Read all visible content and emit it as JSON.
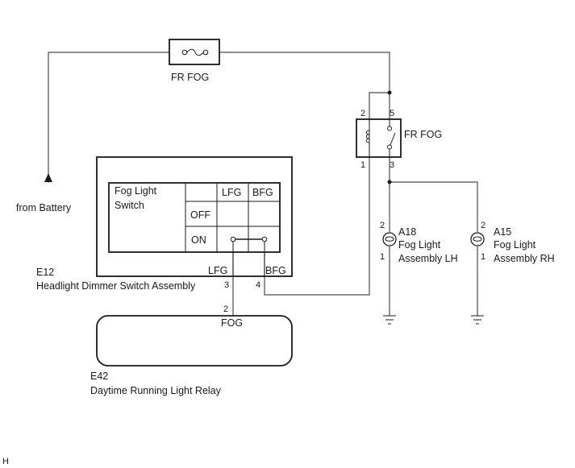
{
  "diagram": {
    "type": "wiring-diagram",
    "fuse": {
      "label": "FR FOG",
      "icon": "fuse-icon"
    },
    "battery": {
      "label": "from Battery",
      "icon": "arrow-up-icon"
    },
    "relay": {
      "label": "FR FOG",
      "pins": {
        "coil_top": "2",
        "switch_top": "5",
        "coil_bottom": "1",
        "switch_bottom": "3"
      }
    },
    "switch_assembly": {
      "code": "E12",
      "name": "Headlight Dimmer Switch Assembly",
      "table": {
        "title_line1": "Fog Light",
        "title_line2": "Switch",
        "columns": [
          "",
          "LFG",
          "BFG"
        ],
        "rows": [
          {
            "state": "OFF",
            "connected": false
          },
          {
            "state": "ON",
            "connected": true
          }
        ]
      },
      "terminals": [
        {
          "name": "LFG",
          "pin": "3"
        },
        {
          "name": "BFG",
          "pin": "4"
        }
      ]
    },
    "drl_relay": {
      "code": "E42",
      "name": "Daytime Running Light Relay",
      "terminal": {
        "name": "FOG",
        "pin": "2"
      }
    },
    "lamps": [
      {
        "code": "A18",
        "name_line1": "Fog Light",
        "name_line2": "Assembly LH",
        "pin_top": "2",
        "pin_bottom": "1"
      },
      {
        "code": "A15",
        "name_line1": "Fog Light",
        "name_line2": "Assembly RH",
        "pin_top": "2",
        "pin_bottom": "1"
      }
    ],
    "corner_mark": "H"
  }
}
